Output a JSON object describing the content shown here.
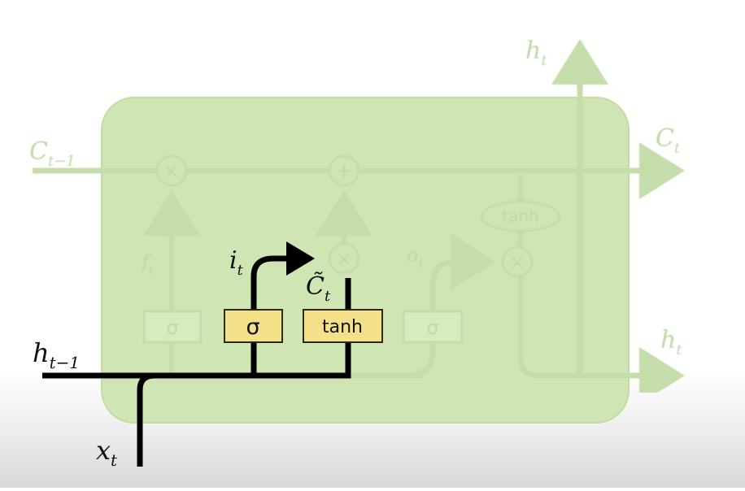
{
  "diagram": {
    "colors": {
      "cell_fill": "#cfe6b4",
      "cell_stroke": "#c2dca2",
      "faded_line": "#c4ddaa",
      "faded_text": "#bfd8a6",
      "highlight_line": "#000000",
      "gate_fill": "#f5e08a",
      "gate_stroke": "#2a2a1a"
    },
    "labels": {
      "c_prev": {
        "main": "C",
        "sub": "t−1"
      },
      "c_next": {
        "main": "C",
        "sub": "t"
      },
      "h_top": {
        "main": "h",
        "sub": "t"
      },
      "h_right": {
        "main": "h",
        "sub": "t"
      },
      "h_prev": {
        "main": "h",
        "sub": "t−1"
      },
      "x_in": {
        "main": "x",
        "sub": "t"
      },
      "i_gate": {
        "main": "i",
        "sub": "t"
      },
      "c_tilde": {
        "main": "C̃",
        "sub": "t"
      },
      "f_gate": {
        "main": "f",
        "sub": "t"
      },
      "o_gate": {
        "main": "o",
        "sub": "t"
      }
    },
    "gates": {
      "forget": "σ",
      "input": "σ",
      "candidate": "tanh",
      "output": "σ",
      "cell_tanh": "tanh"
    },
    "ops": {
      "multiply": "×",
      "add": "+"
    }
  }
}
